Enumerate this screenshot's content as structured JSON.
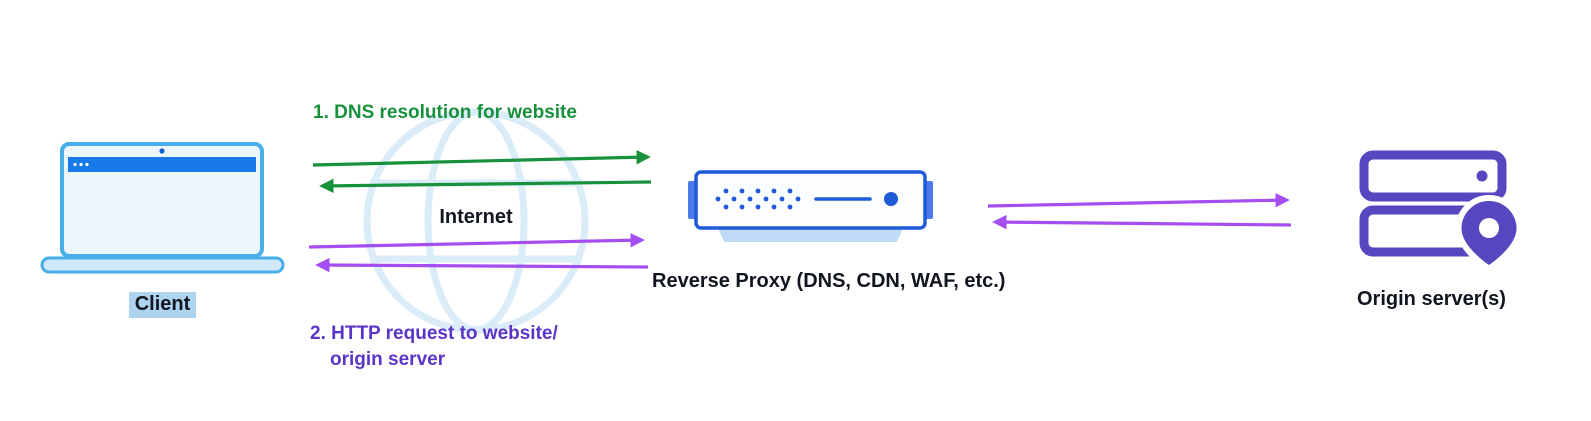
{
  "diagram": {
    "client": {
      "label": "Client"
    },
    "internet": {
      "label": "Internet"
    },
    "flows": {
      "dns": {
        "label": "1. DNS resolution for website"
      },
      "http": {
        "label_line1": "2. HTTP request to website/",
        "label_line2": "origin server"
      }
    },
    "reverse_proxy": {
      "label": "Reverse Proxy (DNS, CDN, WAF, etc.)"
    },
    "origin": {
      "label": "Origin server(s)"
    }
  },
  "colors": {
    "green_arrow": "#18913c",
    "purple_arrow": "#a44df0",
    "purple_text": "#5b35c9",
    "client_blue_outline": "#47aee8",
    "client_bar_blue": "#1879e8",
    "proxy_blue": "#1d5bd8",
    "origin_purple": "#5646c0",
    "client_highlight": "#aed3ef",
    "globe_watermark": "#d9ecf8",
    "text_dark": "#10151f"
  }
}
